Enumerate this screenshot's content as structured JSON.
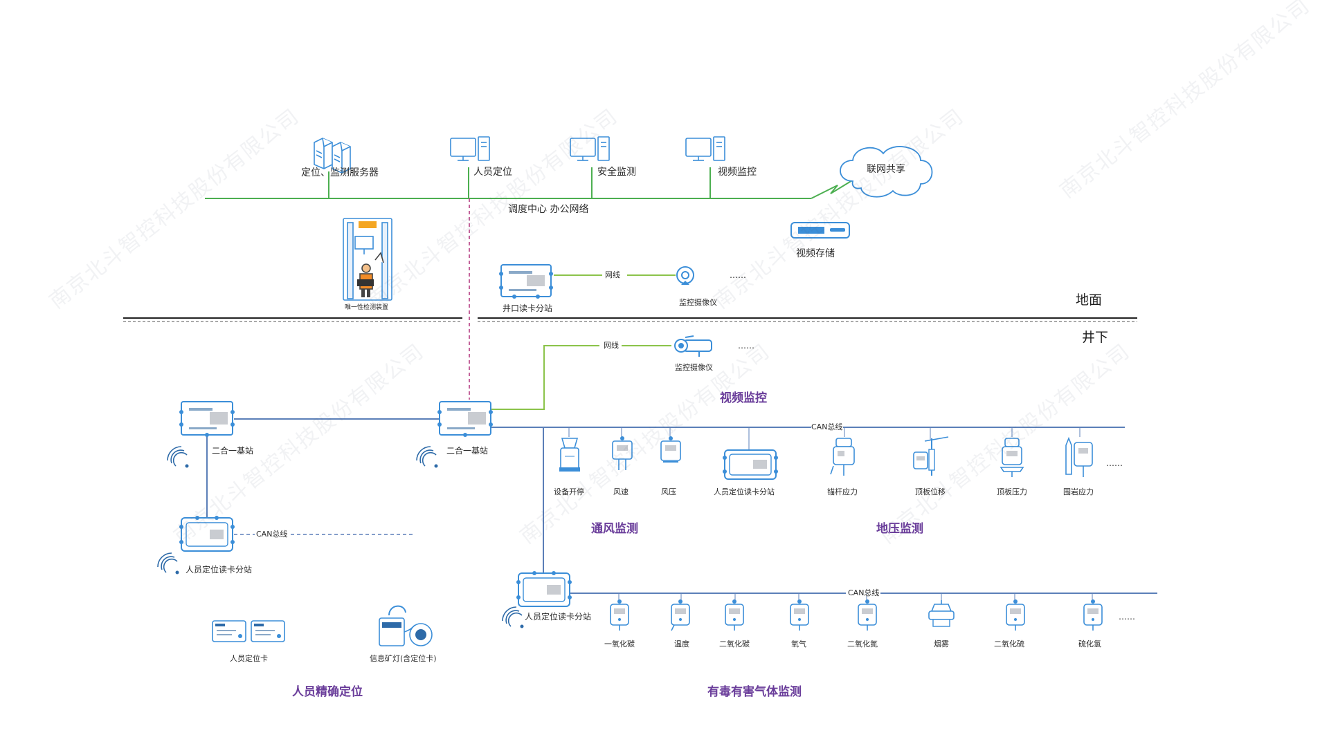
{
  "colors": {
    "network_green": "#4caf50",
    "bus_blue": "#5b7fb8",
    "link_magenta": "#b0307a",
    "device_stroke": "#3b8ed8",
    "section_purple": "#6a3d9a"
  },
  "surface": {
    "server_label": "定位、监测服务器",
    "workstations": [
      {
        "label": "人员定位"
      },
      {
        "label": "安全监测"
      },
      {
        "label": "视频监控"
      }
    ],
    "cloud_label": "联网共享",
    "office_network_label": "调度中心  办公网络",
    "video_storage_label": "视频存储",
    "identity_device_label": "唯一性检测装置",
    "shaft_reader_label": "井口读卡分站",
    "surface_net_label": "网线",
    "surface_camera_label": "监控摄像仪",
    "surface_more": "……",
    "zone_label": "地面"
  },
  "underground": {
    "zone_label": "井下",
    "ug_net_label": "网线",
    "ug_camera_label": "监控摄像仪",
    "ug_more": "……",
    "video_section_label": "视频监控",
    "base_station_left_label": "二合一基站",
    "base_station_center_label": "二合一基站",
    "can_bus_label": "CAN总线",
    "reader_left_label": "人员定位读卡分站",
    "reader_left_bus_label": "CAN总线",
    "reader_bottom_label": "人员定位读卡分站",
    "sensors_row1": [
      {
        "label": "设备开停"
      },
      {
        "label": "风速"
      },
      {
        "label": "风压"
      },
      {
        "label": "人员定位读卡分站"
      },
      {
        "label": "锚杆应力"
      },
      {
        "label": "顶板位移"
      },
      {
        "label": "顶板压力"
      },
      {
        "label": "围岩应力"
      }
    ],
    "row1_more": "……",
    "ventilation_label": "通风监测",
    "pressure_label": "地压监测",
    "can_bus2_label": "CAN总线",
    "sensors_row2": [
      {
        "label": "一氧化碳"
      },
      {
        "label": "温度"
      },
      {
        "label": "二氧化碳"
      },
      {
        "label": "氧气"
      },
      {
        "label": "二氧化氮"
      },
      {
        "label": "烟雾"
      },
      {
        "label": "二氧化硫"
      },
      {
        "label": "硫化氢"
      }
    ],
    "row2_more": "……",
    "card_label": "人员定位卡",
    "lamp_label": "信息矿灯(含定位卡)",
    "positioning_section_label": "人员精确定位",
    "gas_section_label": "有毒有害气体监测"
  }
}
